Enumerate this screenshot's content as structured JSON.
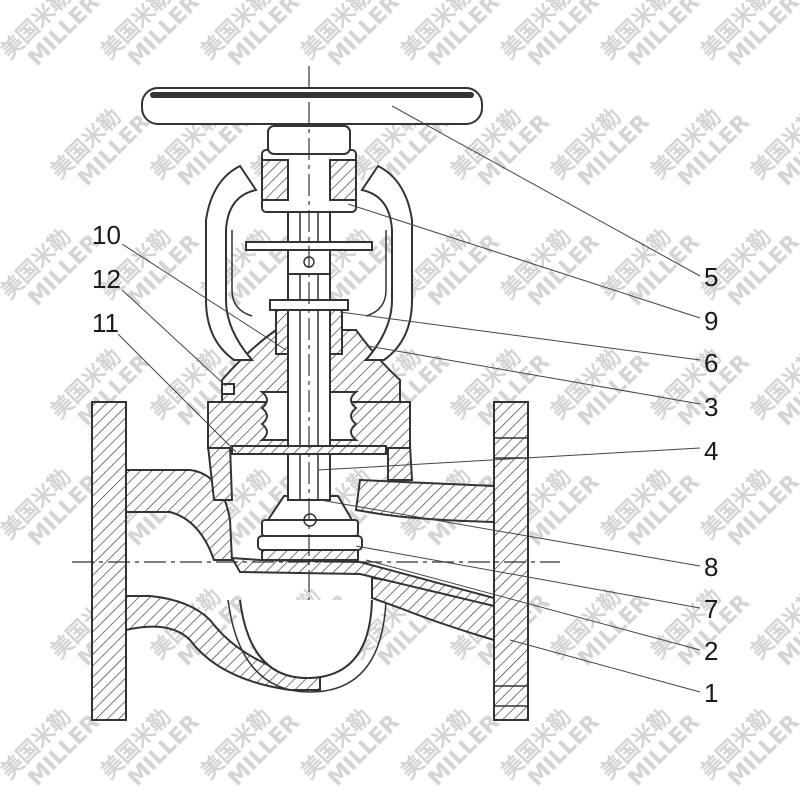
{
  "watermark": {
    "line1": "美国米勒",
    "line2": "MILLER"
  },
  "callouts": [
    {
      "id": "5",
      "label": "5"
    },
    {
      "id": "9",
      "label": "9"
    },
    {
      "id": "6",
      "label": "6"
    },
    {
      "id": "3",
      "label": "3"
    },
    {
      "id": "4",
      "label": "4"
    },
    {
      "id": "8",
      "label": "8"
    },
    {
      "id": "7",
      "label": "7"
    },
    {
      "id": "2",
      "label": "2"
    },
    {
      "id": "1",
      "label": "1"
    },
    {
      "id": "10",
      "label": "10"
    },
    {
      "id": "12",
      "label": "12"
    },
    {
      "id": "11",
      "label": "11"
    }
  ],
  "colors": {
    "line": "#333333",
    "watermark": "#d4d4d4",
    "background": "#ffffff"
  }
}
